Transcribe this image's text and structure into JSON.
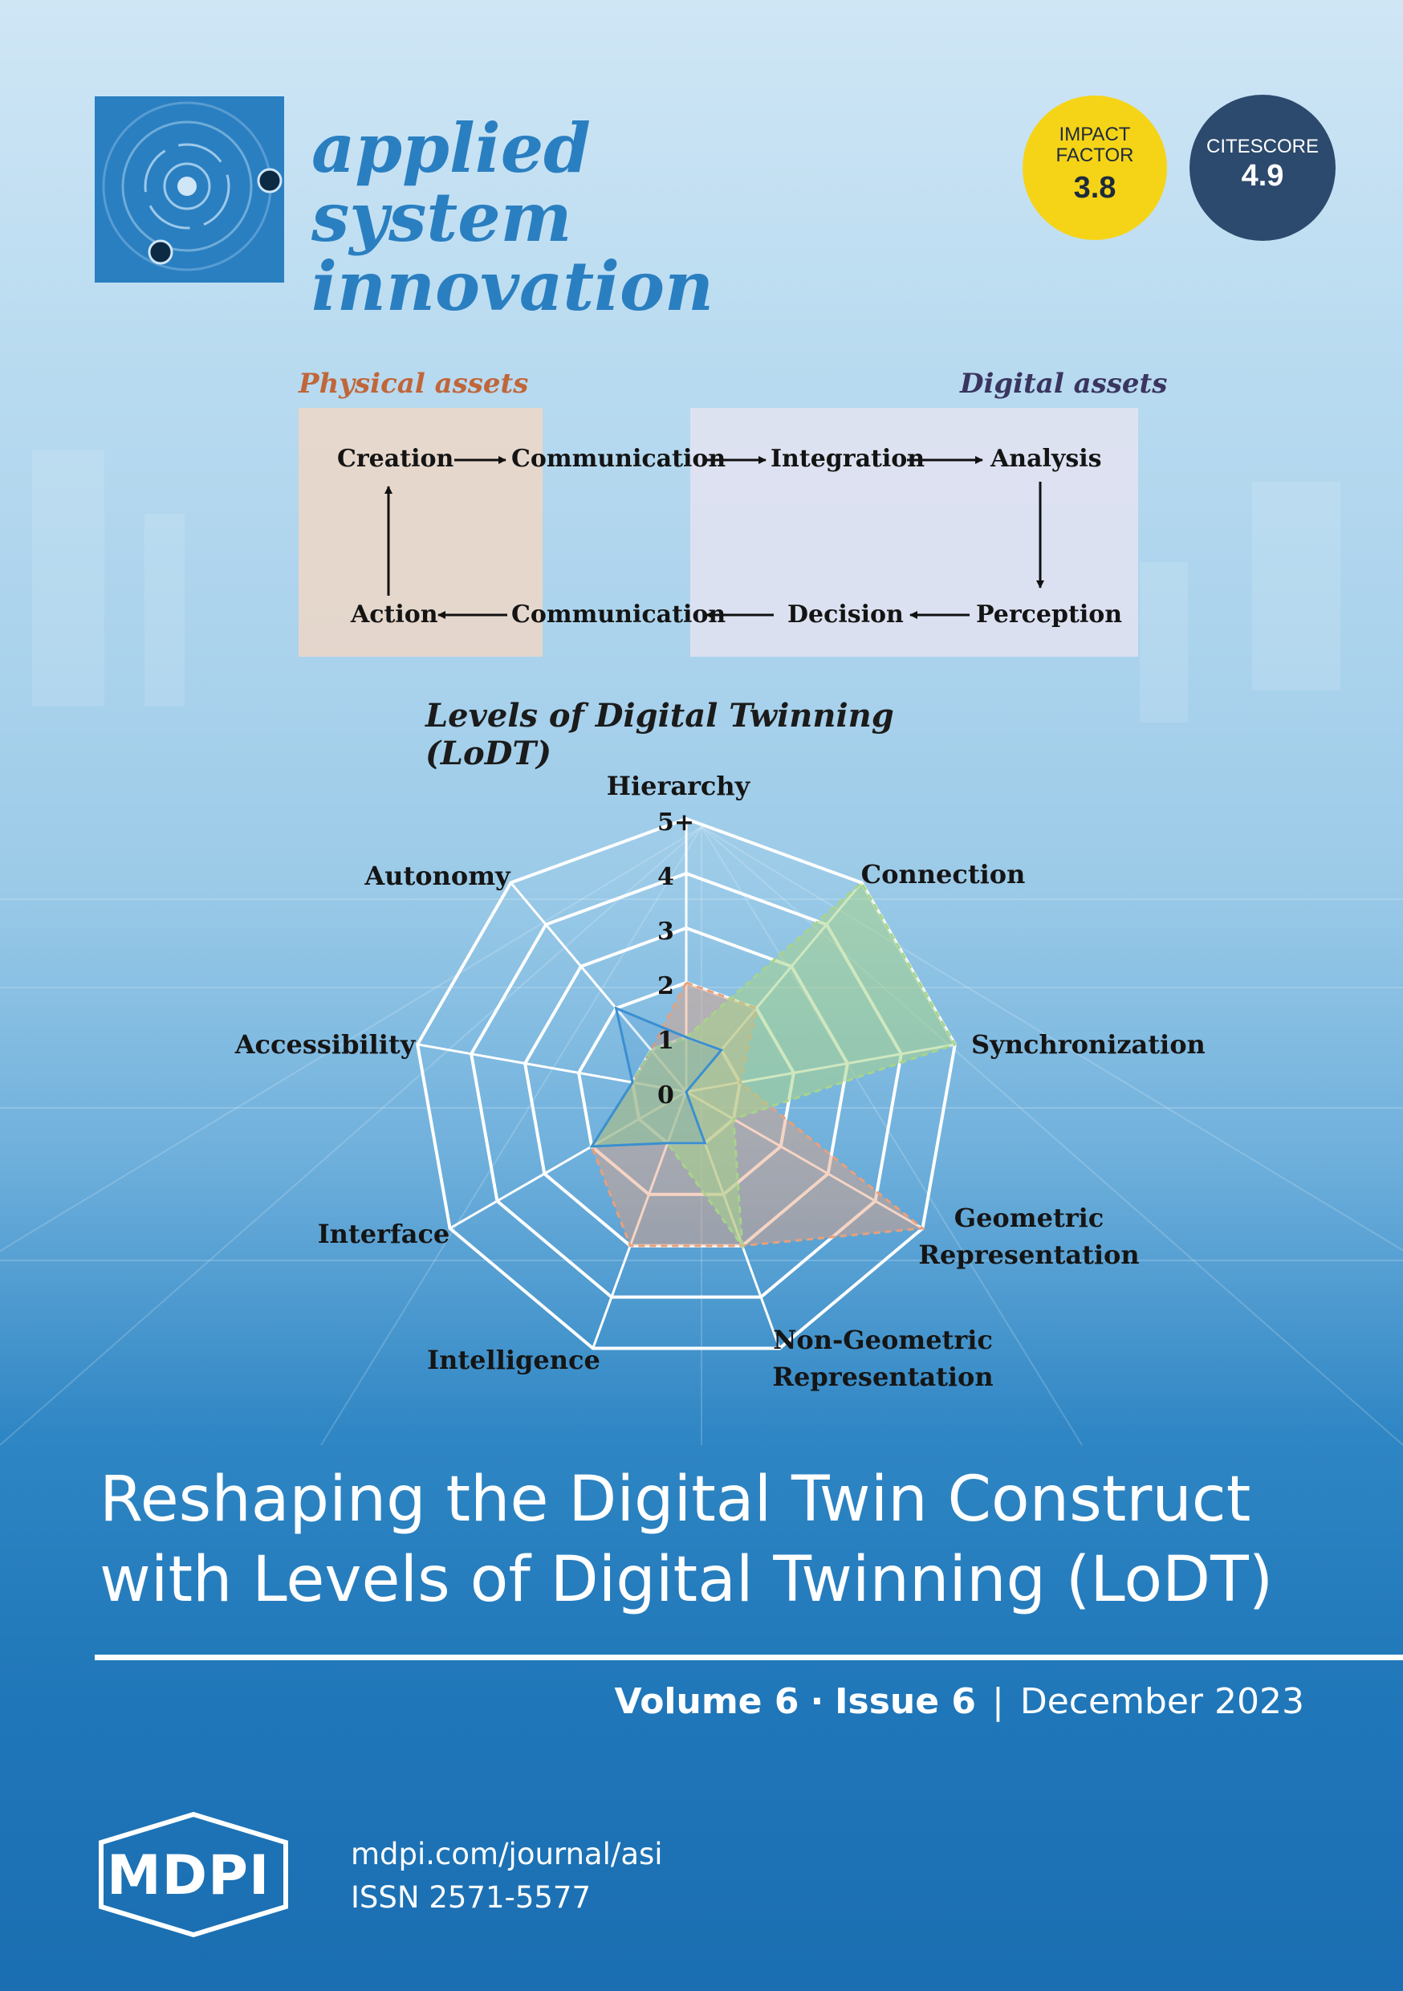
{
  "journal": {
    "name_line1": "applied system",
    "name_line2": "innovation"
  },
  "badges": {
    "impact_label_1": "IMPACT",
    "impact_label_2": "FACTOR",
    "impact_value": "3.8",
    "citescore_label": "CITESCORE",
    "citescore_value": "4.9"
  },
  "flow": {
    "physical_label": "Physical assets",
    "digital_label": "Digital assets",
    "top_row": [
      "Creation",
      "Communication",
      "Integration",
      "Analysis"
    ],
    "bottom_row": [
      "Action",
      "Communication",
      "Decision",
      "Perception"
    ]
  },
  "chart_data": {
    "type": "radar",
    "title": "Levels of Digital Twinning (LoDT)",
    "axes": [
      "Hierarchy",
      "Connection",
      "Synchronization",
      "Geometric Representation",
      "Non-Geometric Representation",
      "Intelligence",
      "Interface",
      "Accessibility",
      "Autonomy"
    ],
    "tick_labels": [
      "0",
      "1",
      "2",
      "3",
      "4",
      "5+"
    ],
    "rlim": [
      0,
      5
    ],
    "series": [
      {
        "values": [
          2,
          2,
          1,
          5,
          3,
          3,
          2,
          1,
          1
        ],
        "color": "#e8a07c"
      },
      {
        "values": [
          1,
          5,
          5,
          1,
          3,
          1,
          2,
          1,
          1
        ],
        "color": "#a8d48a"
      },
      {
        "values": [
          1,
          1,
          0,
          0,
          1,
          1,
          2,
          1,
          2
        ],
        "color": "#3a8fd0"
      }
    ]
  },
  "cover": {
    "title_line1": "Reshaping the Digital Twin Construct",
    "title_line2": "with Levels of Digital Twinning (LoDT)",
    "volume": "Volume 6",
    "dot": "·",
    "issue": "Issue 6",
    "bar": "|",
    "date": "December 2023",
    "publisher": "MDPI",
    "url": "mdpi.com/journal/asi",
    "issn": "ISSN 2571-5577"
  },
  "colors": {
    "brand_blue": "#2a7fc1",
    "impact_yellow": "#f5d417",
    "citescore_navy": "#2c4a6d"
  }
}
